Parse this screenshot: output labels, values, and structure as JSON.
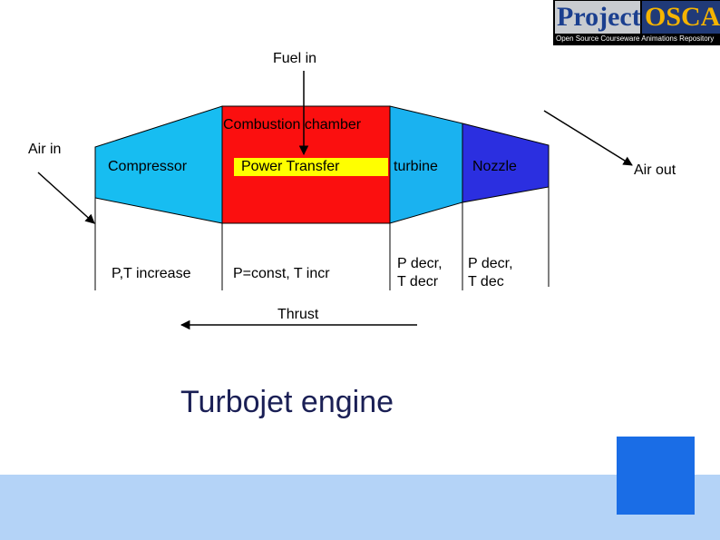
{
  "logo": {
    "word1": "Project",
    "word2": "OSCAR",
    "tagline": "Open Source Courseware Animations Repository"
  },
  "labels": {
    "fuel_in": "Fuel in",
    "combustion_chamber": "Combustion chamber",
    "air_in": "Air in",
    "air_out": "Air out",
    "compressor": "Compressor",
    "power_transfer": "Power Transfer",
    "turbine": "turbine",
    "nozzle": "Nozzle",
    "thrust": "Thrust"
  },
  "conditions": {
    "compressor": "P,T increase",
    "combustion": "P=const, T incr",
    "turbine_line1": "P decr,",
    "turbine_line2": "T  decr",
    "nozzle_line1": "P decr,",
    "nozzle_line2": "T  dec"
  },
  "title": "Turbojet engine",
  "colors": {
    "compressor": "#17bdf1",
    "combustion": "#fb0f0f",
    "turbine": "#1ab2f0",
    "nozzle": "#2b2fe0",
    "power_transfer_bar": "#ffff00",
    "title": "#1a1f55",
    "bottom_band": "#b4d3f7",
    "corner_square": "#1a6de6"
  }
}
